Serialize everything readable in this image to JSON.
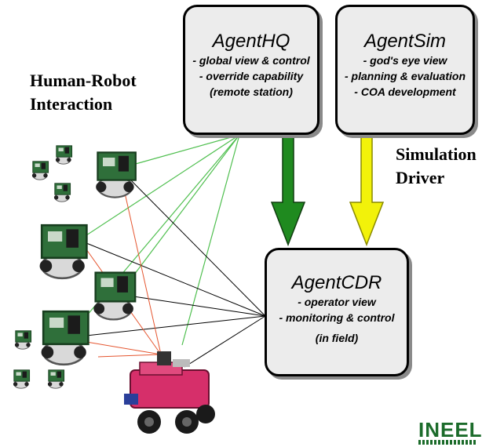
{
  "heading_left": {
    "line1": "Human-Robot",
    "line2": "Interaction"
  },
  "heading_right": {
    "line1": "Simulation",
    "line2": "Driver"
  },
  "agent_hq": {
    "title": "AgentHQ",
    "lines": [
      "- global view & control",
      "- override capability",
      "(remote station)"
    ]
  },
  "agent_sim": {
    "title": "AgentSim",
    "lines": [
      "- god's eye view",
      "- planning & evaluation",
      "- COA development"
    ]
  },
  "agent_cdr": {
    "title": "AgentCDR",
    "lines": [
      "- operator view",
      "- monitoring & control",
      "(in field)"
    ]
  },
  "logo": {
    "text": "INEEL"
  },
  "colors": {
    "green_arrow": "#1f8a1f",
    "yellow_arrow": "#f2f20a",
    "green_line": "#4fbf4f",
    "red_line": "#e5552f",
    "black_line": "#000000"
  },
  "icons": {
    "robot_small": "robot-kit-icon",
    "robot_large": "red-rover-icon"
  }
}
